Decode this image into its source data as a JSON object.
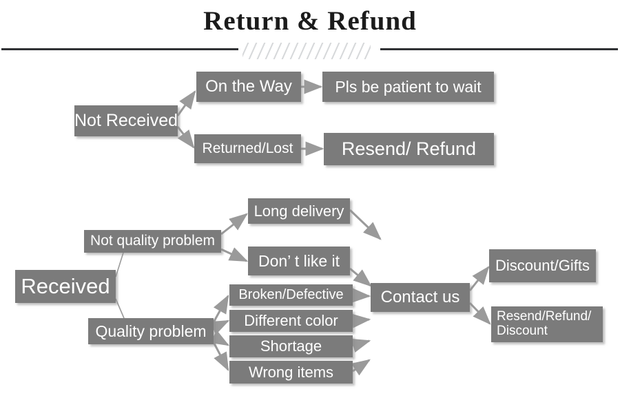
{
  "header": {
    "title": "Return & Refund",
    "divider_icon": "diagonal-hatch-divider"
  },
  "diagram": {
    "type": "flowchart",
    "box_color": "#7b7b7b",
    "text_color": "#ffffff",
    "arrow_color": "#9a9a9a",
    "branches": [
      {
        "root": "Not Received",
        "paths": [
          {
            "reason": "On the Way",
            "outcome": "Pls be patient to wait"
          },
          {
            "reason": "Returned/Lost",
            "outcome": "Resend/ Refund"
          }
        ]
      },
      {
        "root": "Received",
        "categories": [
          {
            "name": "Not quality problem",
            "issues": [
              "Long delivery",
              "Don’ t like it"
            ]
          },
          {
            "name": "Quality problem",
            "issues": [
              "Broken/Defective",
              "Different color",
              "Shortage",
              "Wrong items"
            ]
          }
        ],
        "hub": "Contact us",
        "outcomes": [
          "Discount/Gifts",
          "Resend/Refund/\nDiscount"
        ]
      }
    ],
    "nodes": {
      "not_received": "Not Received",
      "on_the_way": "On the Way",
      "pls_be_patient": "Pls be patient to wait",
      "returned_lost": "Returned/Lost",
      "resend_refund": "Resend/ Refund",
      "received": "Received",
      "not_quality_problem": "Not quality problem",
      "quality_problem": "Quality problem",
      "long_delivery": "Long delivery",
      "dont_like_it": "Don’ t like it",
      "broken_defective": "Broken/Defective",
      "different_color": "Different color",
      "shortage": "Shortage",
      "wrong_items": "Wrong items",
      "contact_us": "Contact us",
      "discount_gifts": "Discount/Gifts",
      "resend_refund_discount": "Resend/Refund/\nDiscount"
    }
  }
}
